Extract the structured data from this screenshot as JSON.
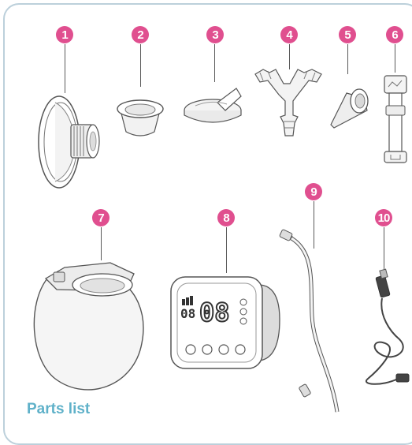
{
  "badge_color": "#e04f8f",
  "frame_color": "#bcd0db",
  "title_color": "#5fb1c9",
  "heading": "Parts list",
  "parts": [
    {
      "number": "1",
      "icon": "flange-icon"
    },
    {
      "number": "2",
      "icon": "valve-icon"
    },
    {
      "number": "3",
      "icon": "membrane-icon"
    },
    {
      "number": "4",
      "icon": "tube-connector-icon"
    },
    {
      "number": "5",
      "icon": "duckbill-valve-icon"
    },
    {
      "number": "6",
      "icon": "strap-icon"
    },
    {
      "number": "7",
      "icon": "collection-cup-icon"
    },
    {
      "number": "8",
      "icon": "control-unit-icon"
    },
    {
      "number": "9",
      "icon": "tubing-icon"
    },
    {
      "number": "10",
      "icon": "usb-cable-icon"
    }
  ],
  "display": {
    "left_value": "08",
    "main_value": "08"
  }
}
